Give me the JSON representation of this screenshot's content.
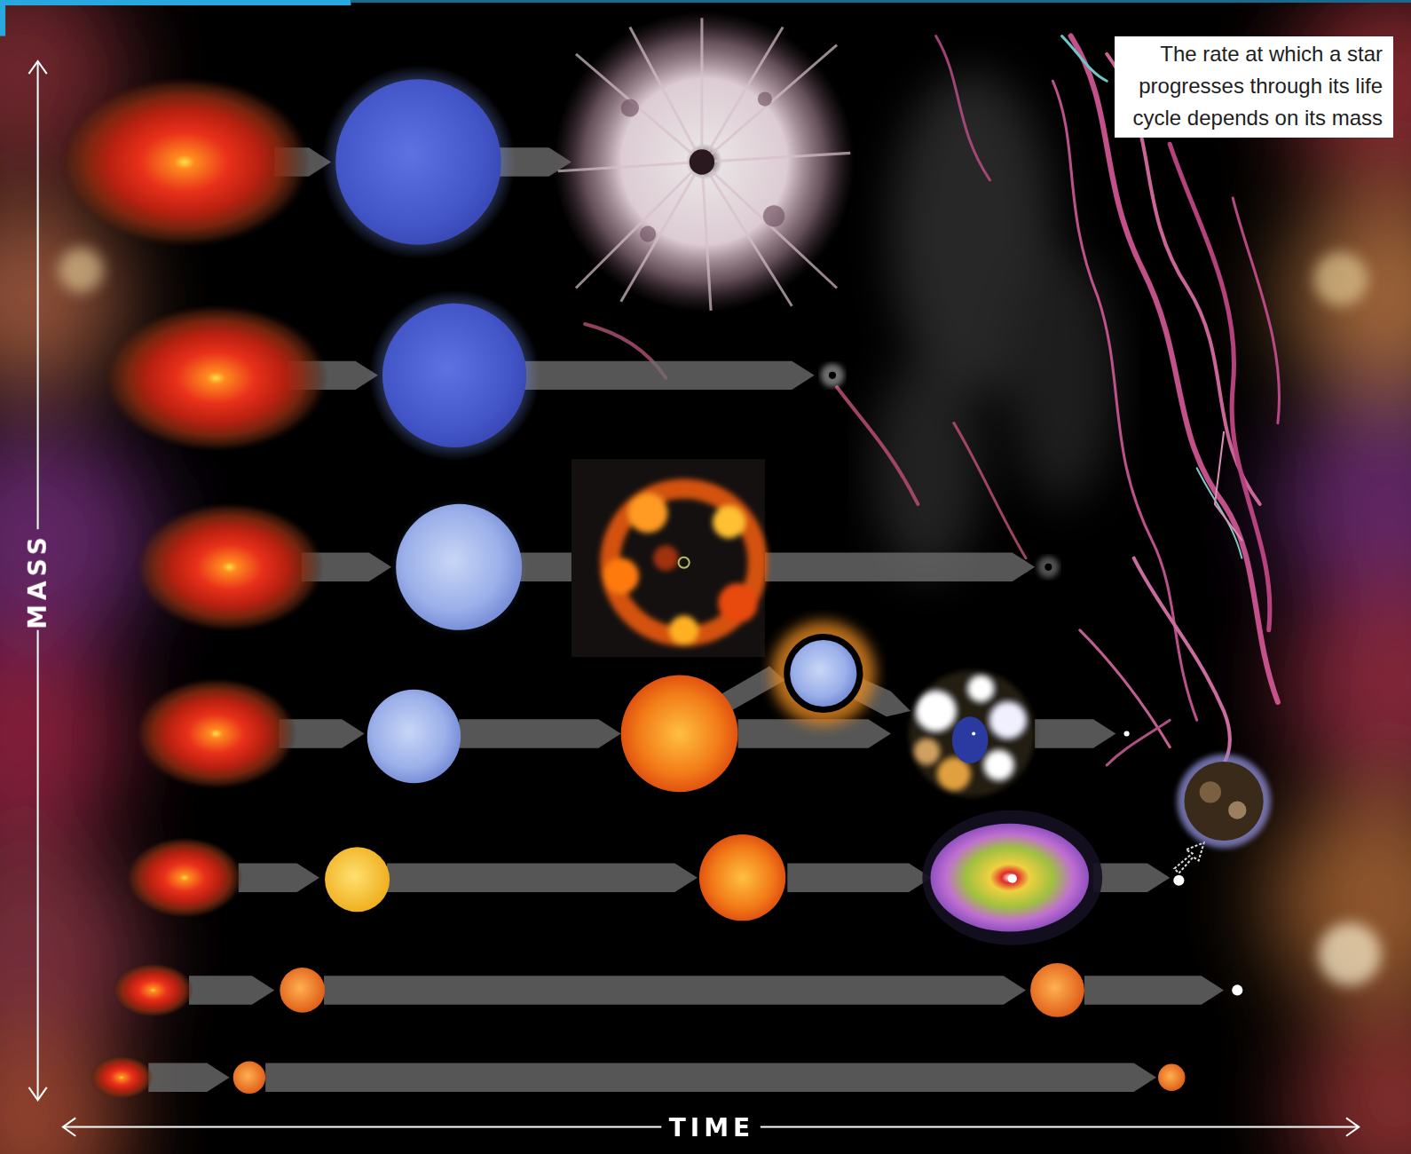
{
  "diagram": {
    "caption": "The rate at which a star progresses through its life cycle depends on its mass",
    "labels": [
      "MASS",
      "TIME"
    ]
  }
}
